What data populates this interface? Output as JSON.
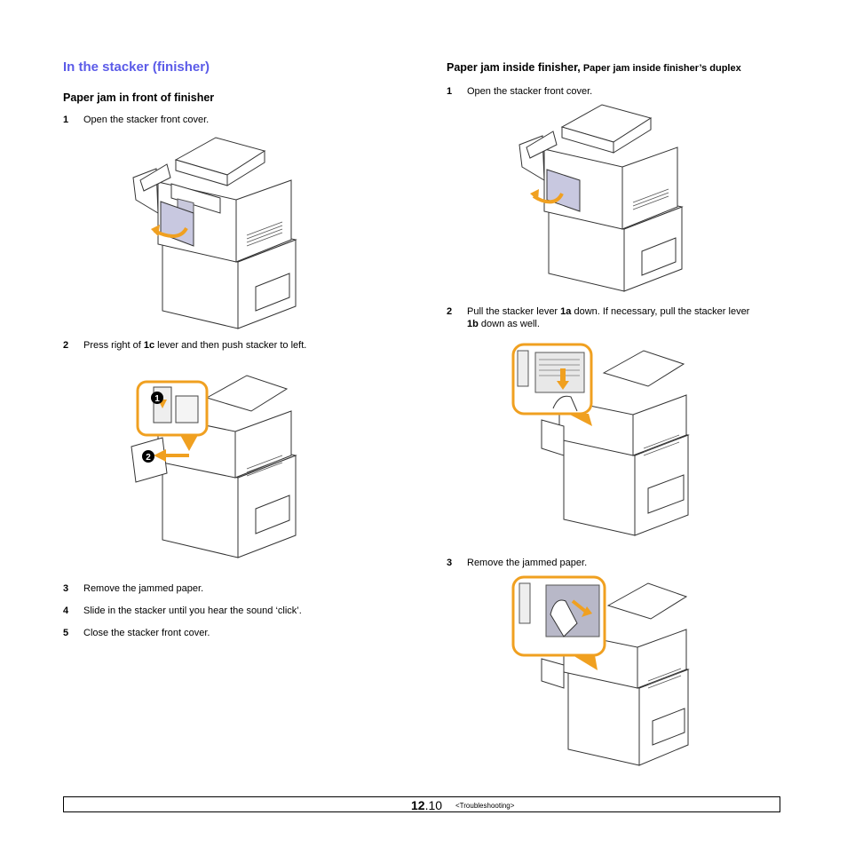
{
  "section_title": "In the stacker (finisher)",
  "left": {
    "subheading": "Paper jam in front of finisher",
    "steps": [
      {
        "num": "1",
        "text": "Open the stacker front cover."
      },
      {
        "num": "2",
        "text_before": "Press right of ",
        "bold": "1c",
        "text_after": " lever and then push stacker to left."
      },
      {
        "num": "3",
        "text": "Remove the jammed paper."
      },
      {
        "num": "4",
        "text": "Slide in the stacker until you hear the sound ‘click’."
      },
      {
        "num": "5",
        "text": "Close the stacker front cover."
      }
    ],
    "callouts": [
      "1",
      "2"
    ]
  },
  "right": {
    "subheading_main": "Paper jam inside finisher,",
    "subheading_small": " Paper jam inside finisher’s duplex",
    "steps": [
      {
        "num": "1",
        "text": "Open the stacker front cover."
      },
      {
        "num": "2",
        "text_a": "Pull the stacker lever ",
        "bold_a": "1a",
        "text_b": " down. If necessary, pull the stacker lever",
        "bold_b": "1b",
        "text_c": " down as well."
      },
      {
        "num": "3",
        "text": "Remove the jammed paper."
      }
    ]
  },
  "footer": {
    "page_major": "12",
    "page_minor": ".10",
    "breadcrumb": "<Troubleshooting>"
  },
  "colors": {
    "accent": "#5b5be8",
    "highlight": "#f0a020"
  },
  "icons": [
    "printer-illustration",
    "orange-arrow",
    "magnified-callout",
    "hand-icon"
  ]
}
